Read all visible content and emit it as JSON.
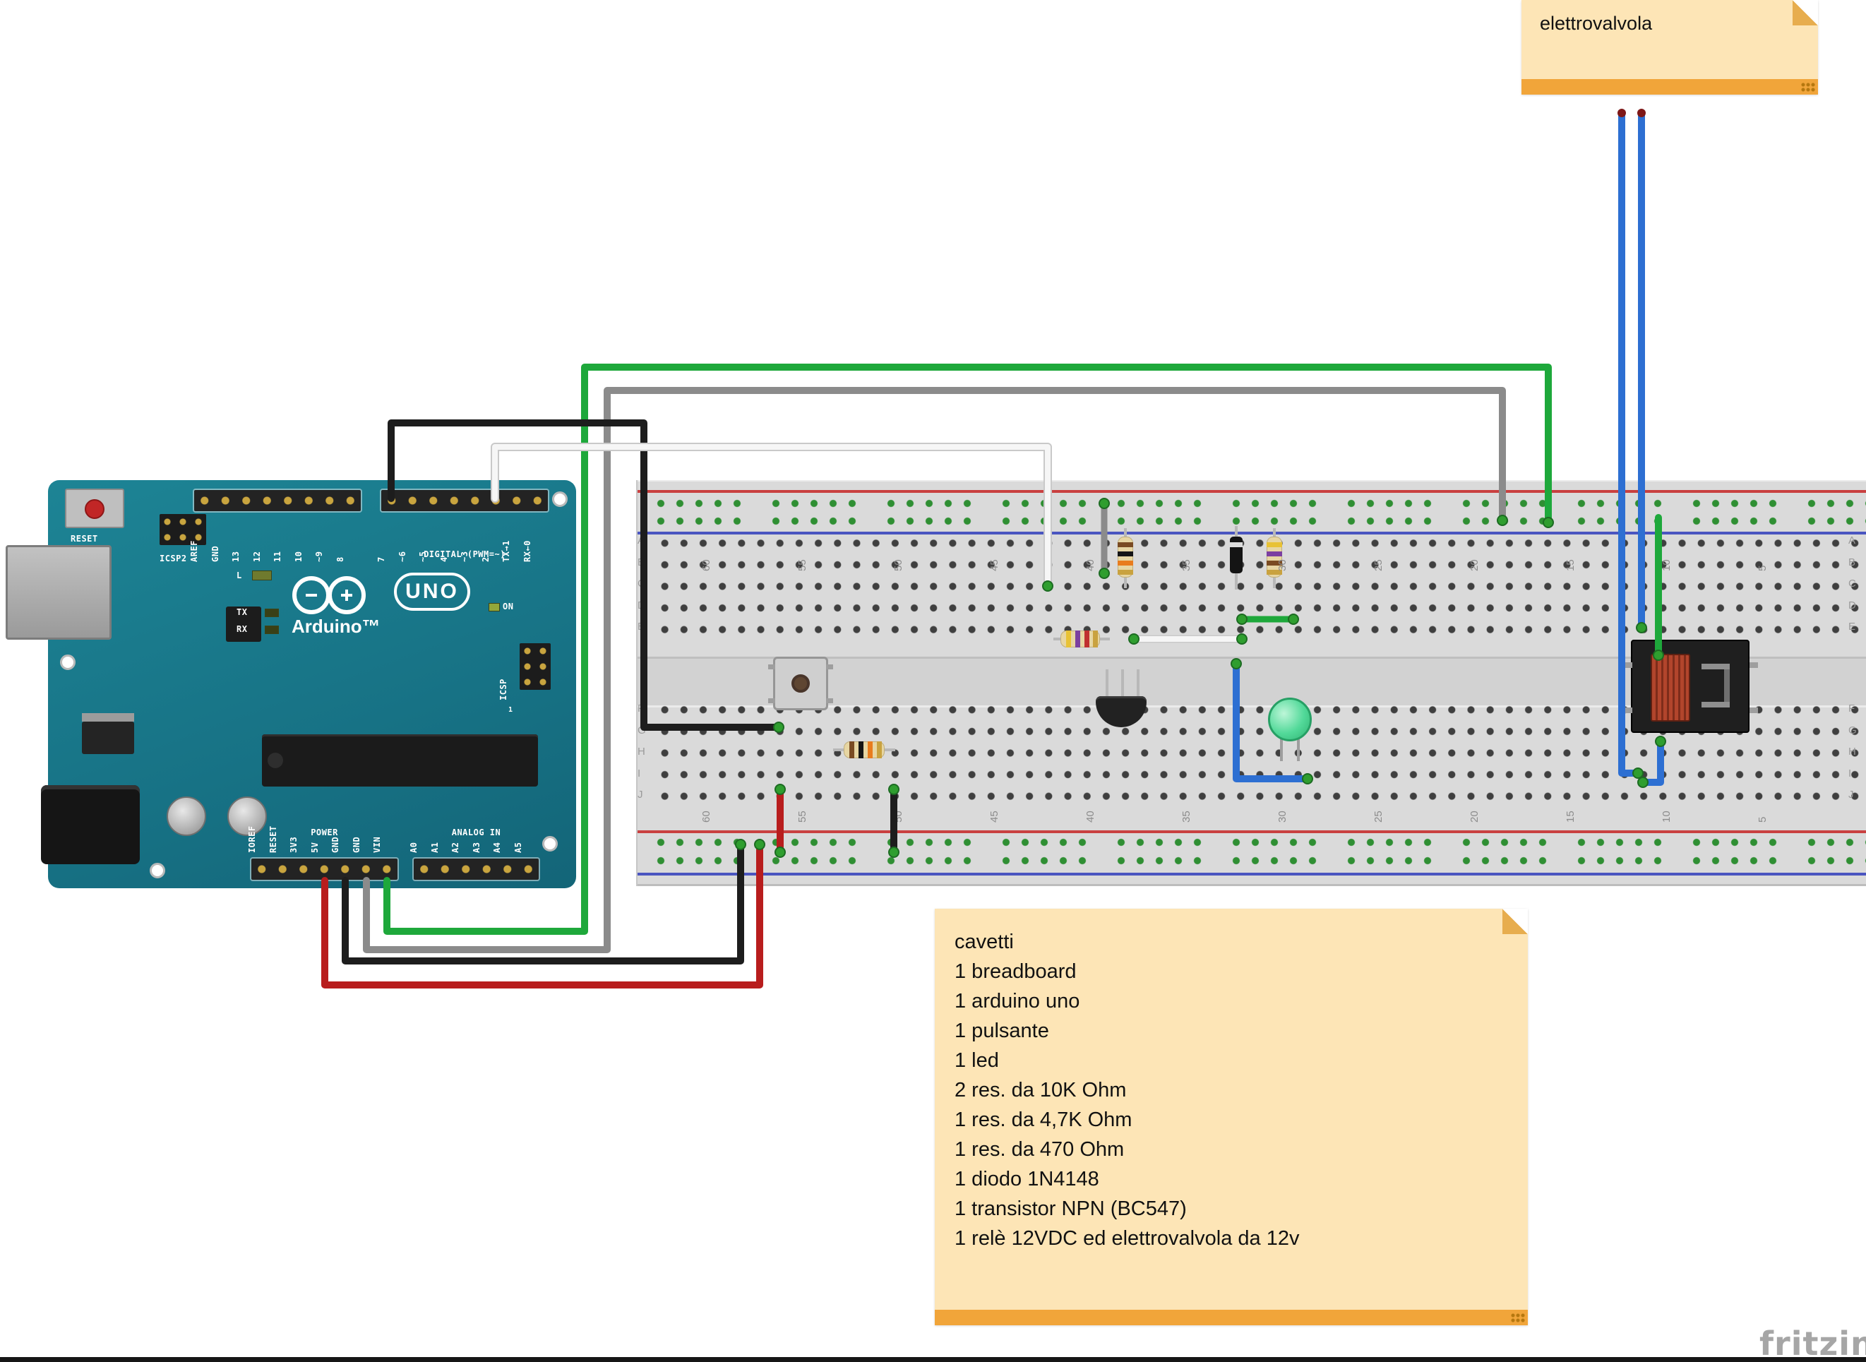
{
  "app": {
    "watermark": "fritzing"
  },
  "notes": {
    "elettrovalvola": {
      "text": "elettrovalvola"
    },
    "parts": {
      "lines": [
        "cavetti",
        "1 breadboard",
        "1 arduino uno",
        "1 pulsante",
        "1 led",
        "2 res. da 10K Ohm",
        "1 res. da 4,7K Ohm",
        "1 res. da 470 Ohm",
        "1 diodo 1N4148",
        "1 transistor NPN (BC547)",
        "1 relè 12VDC ed elettrovalvola da 12v"
      ]
    }
  },
  "arduino": {
    "board_name": "Arduino UNO",
    "labels": {
      "reset": "RESET",
      "icsp2": "ICSP2",
      "icsp": "ICSP",
      "icsp_one": "1",
      "digital": "DIGITAL (PWM=~)",
      "led_l": "L",
      "led_tx": "TX",
      "led_rx": "RX",
      "led_on": "ON",
      "uno": "UNO",
      "brand": "Arduino™",
      "power": "POWER",
      "analog": "ANALOG IN"
    },
    "pins": {
      "digital_left": [
        "AREF",
        "GND",
        "13",
        "12",
        "11",
        "10",
        "~9",
        "8"
      ],
      "digital_right": [
        "7",
        "~6",
        "~5",
        "4",
        "~3",
        "2",
        "TX→1",
        "RX←0"
      ],
      "power": [
        "IOREF",
        "RESET",
        "3V3",
        "5V",
        "GND",
        "GND",
        "VIN"
      ],
      "analog": [
        "A0",
        "A1",
        "A2",
        "A3",
        "A4",
        "A5"
      ]
    }
  },
  "breadboard": {
    "column_numbers": [
      "60",
      "55",
      "50",
      "45",
      "40",
      "35",
      "30",
      "25",
      "20",
      "15",
      "10",
      "5"
    ],
    "row_letters_top": [
      "A",
      "B",
      "C",
      "D",
      "E"
    ],
    "row_letters_bottom": [
      "F",
      "G",
      "H",
      "I",
      "J"
    ]
  },
  "components": {
    "pushbutton": "pushbutton",
    "led": "green-led",
    "transistor": "npn-transistor-bc547",
    "diode": "diode-1n4148",
    "relay": "relay-12vdc",
    "resistors": [
      "10K Ohm",
      "4,7K Ohm",
      "10K Ohm",
      "470 Ohm"
    ]
  },
  "colors": {
    "board_teal": "#177285",
    "note_bg": "#fde5b6",
    "note_strip": "#f1a53a",
    "wire_green": "#1ea83b",
    "wire_gray": "#8b8b8b",
    "wire_black": "#1d1d1d",
    "wire_white": "#f6f6f6",
    "wire_red": "#b81d1d",
    "wire_blue": "#2d6fd2"
  }
}
